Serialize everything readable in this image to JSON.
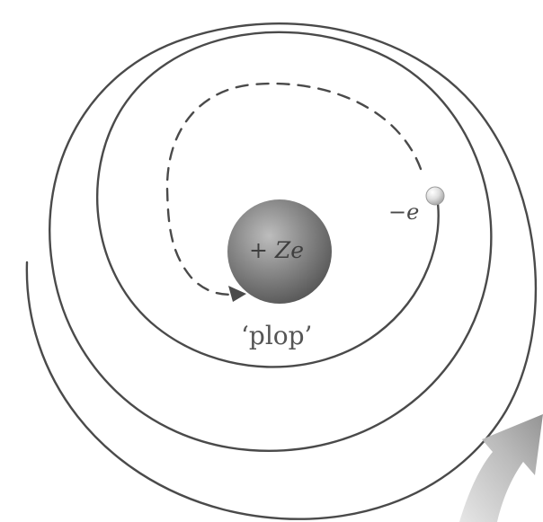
{
  "labels": {
    "nucleus": "+ Ze",
    "electron": "−e",
    "impact": "‘plop’"
  },
  "colors": {
    "orbit_line": "#4a4a4a",
    "nucleus": "#7f7f7f",
    "electron": "#d7d7d7",
    "accent_arrow": "#9a9a9a"
  },
  "icons": {
    "nucleus": "sphere-icon",
    "electron": "small-sphere-icon",
    "collapse_path": "dashed-arrow-icon",
    "outer_motion": "curved-arrow-icon"
  }
}
